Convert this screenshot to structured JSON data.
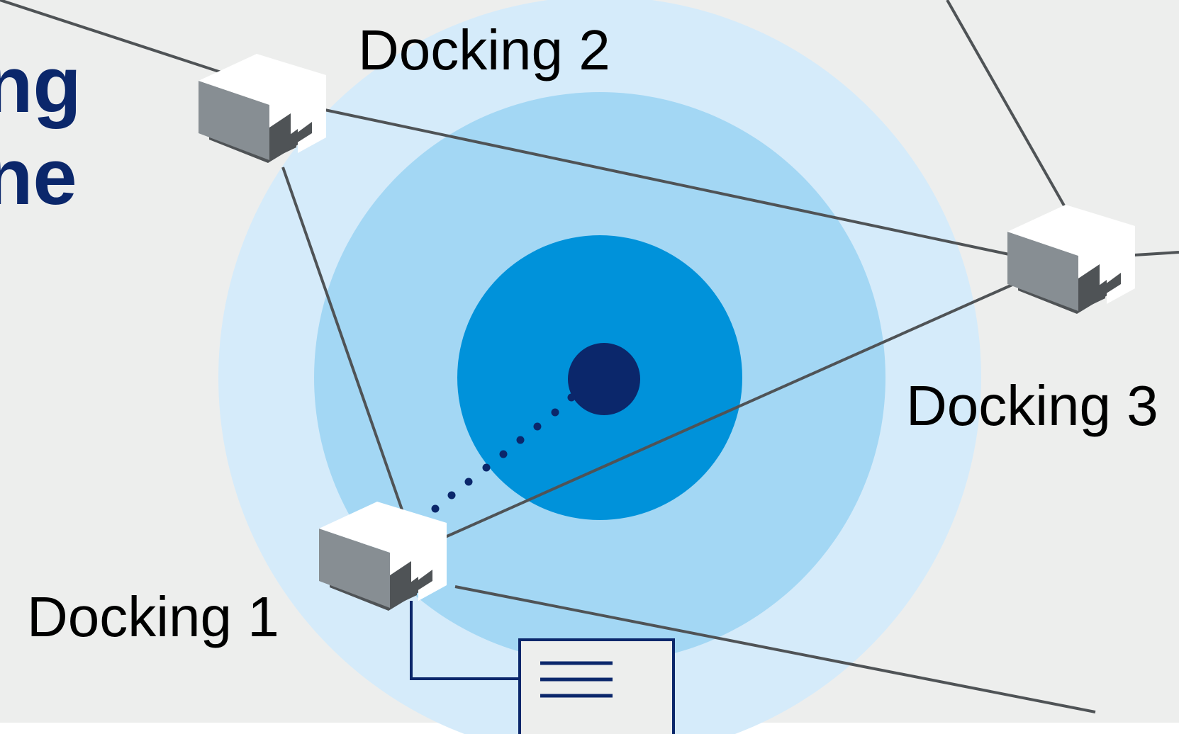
{
  "colors": {
    "background": "#edeeed",
    "bottom_strip": "#ffffff",
    "ring_outer": "#d5ebfa",
    "ring_middle": "#a3d7f4",
    "ring_inner": "#0092da",
    "center_dot": "#0b276b",
    "heading": "#0b276b",
    "connection_line": "#4f5356",
    "device_top": "#ffffff",
    "device_front": "#878e93",
    "device_shadow": "#4f5356",
    "document_stroke": "#0b276b",
    "document_fill": "#edeeed"
  },
  "heading_fragments": [
    "ng",
    "ne"
  ],
  "docking_stations": [
    {
      "label": "Docking 1"
    },
    {
      "label": "Docking 2"
    },
    {
      "label": "Docking 3"
    }
  ],
  "icons": {
    "device": "docking-station-icon",
    "document": "document-icon",
    "target": "location-target-icon"
  }
}
